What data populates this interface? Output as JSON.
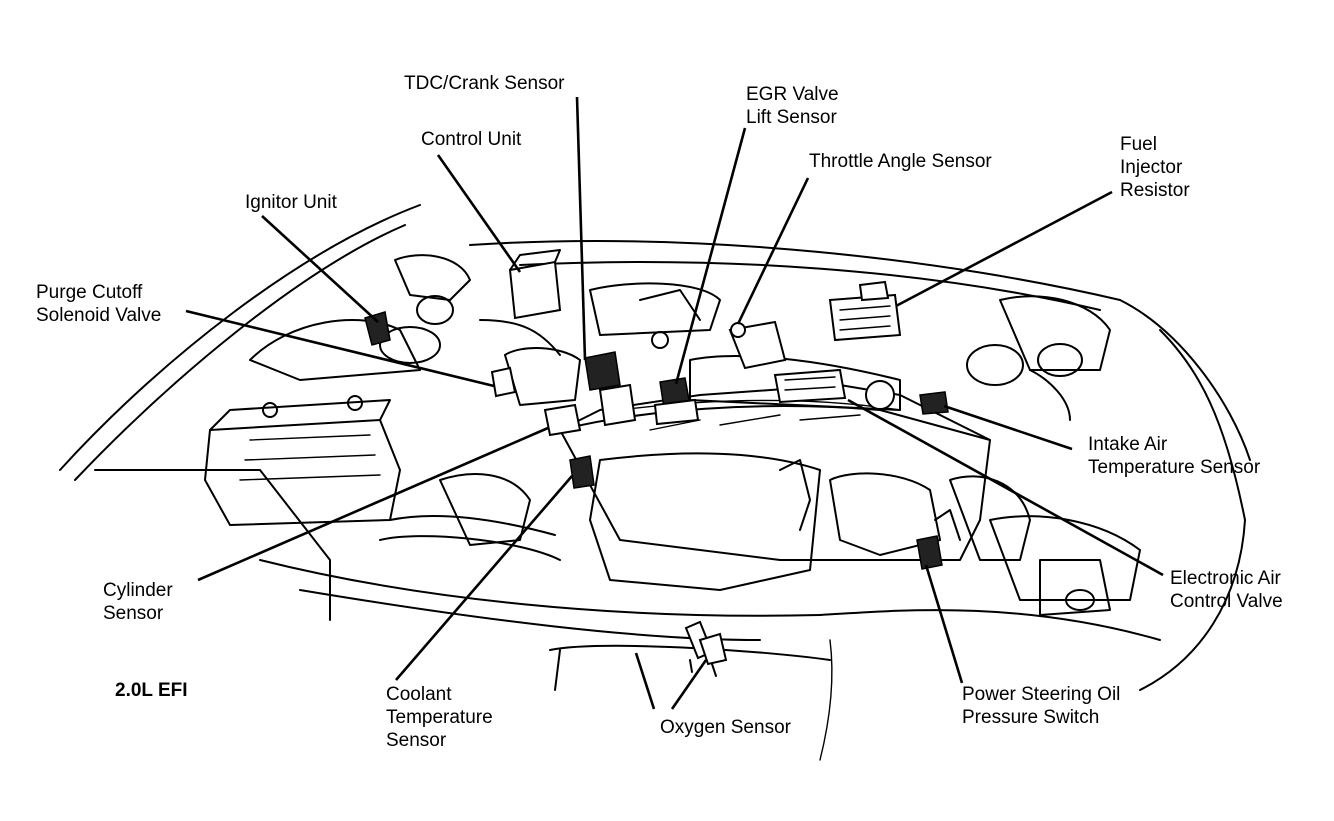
{
  "diagram": {
    "caption": "2.0L EFI",
    "labels": {
      "tdc_crank_sensor": [
        "TDC/Crank Sensor"
      ],
      "egr_valve_lift_sensor": [
        "EGR Valve",
        "Lift Sensor"
      ],
      "control_unit": [
        "Control Unit"
      ],
      "throttle_angle_sensor": [
        "Throttle Angle Sensor"
      ],
      "fuel_injector_resistor": [
        "Fuel",
        "Injector",
        "Resistor"
      ],
      "ignitor_unit": [
        "Ignitor Unit"
      ],
      "purge_cutoff_solenoid_valve": [
        "Purge Cutoff",
        "Solenoid Valve"
      ],
      "intake_air_temperature_sensor": [
        "Intake Air",
        "Temperature Sensor"
      ],
      "electronic_air_control_valve": [
        "Electronic Air",
        "Control Valve"
      ],
      "cylinder_sensor": [
        "Cylinder",
        "Sensor"
      ],
      "coolant_temperature_sensor": [
        "Coolant",
        "Temperature",
        "Sensor"
      ],
      "oxygen_sensor": [
        "Oxygen Sensor"
      ],
      "power_steering_oil_pressure_switch": [
        "Power Steering Oil",
        "Pressure Switch"
      ]
    }
  }
}
